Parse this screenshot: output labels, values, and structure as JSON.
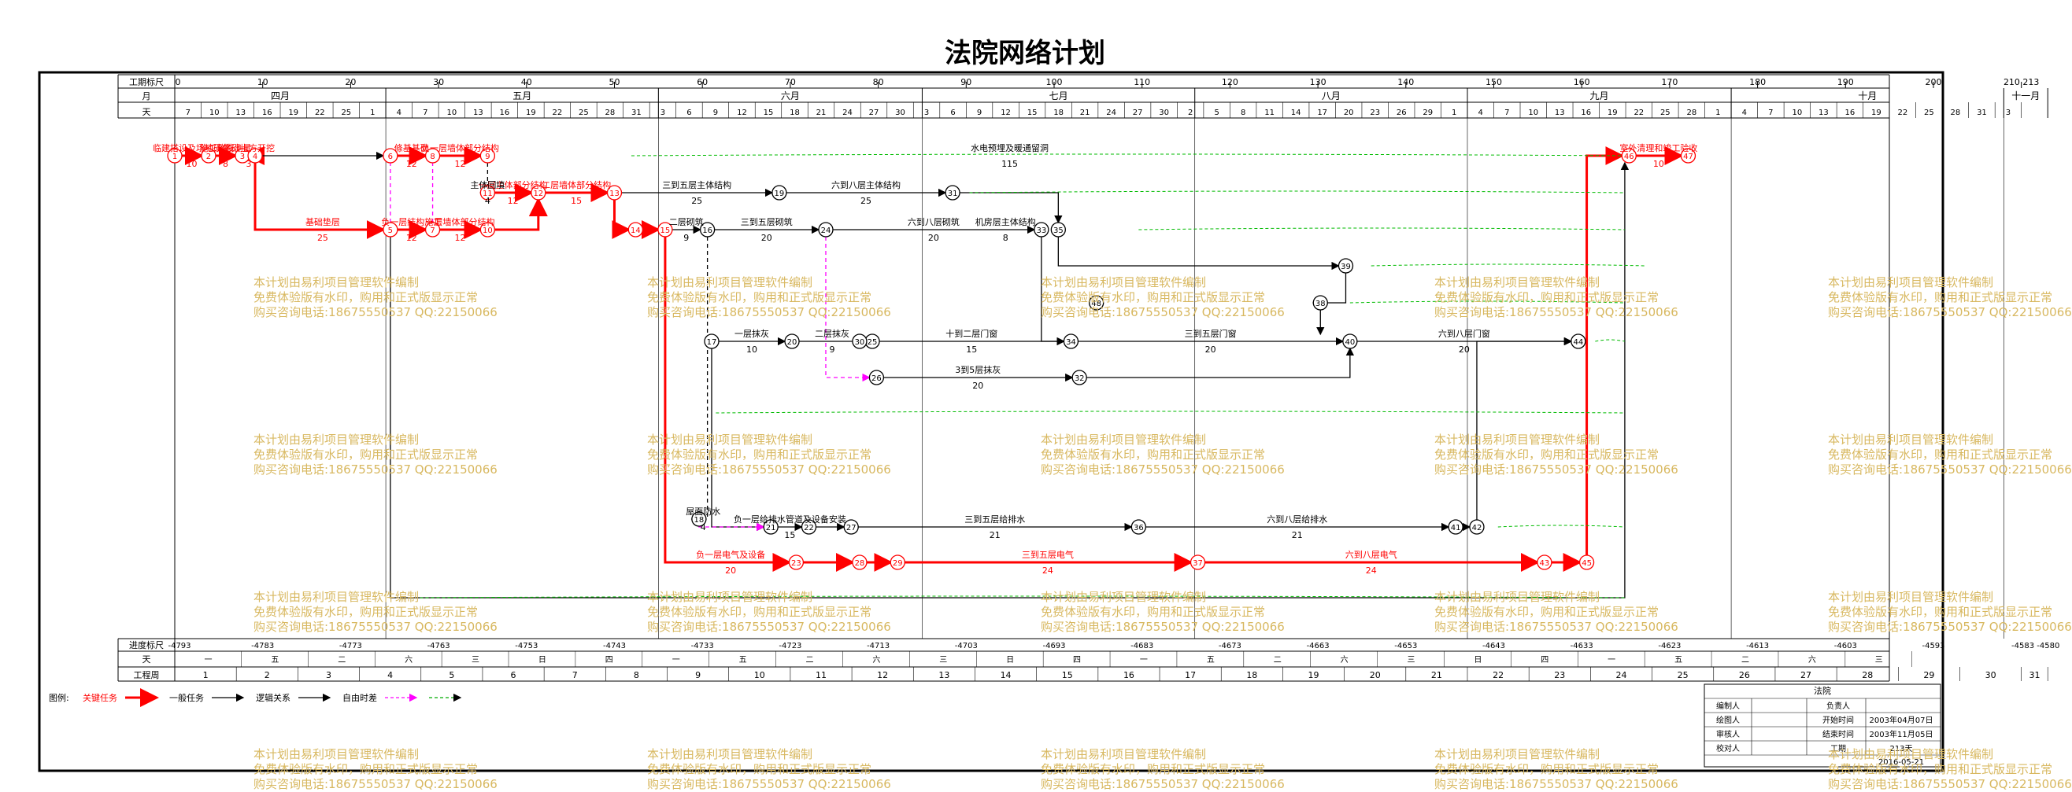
{
  "title": "法院网络计划",
  "scale_top": {
    "row_labels": [
      "工期标尺",
      "月",
      "天"
    ],
    "ticks": [
      "0",
      "10",
      "20",
      "30",
      "40",
      "50",
      "60",
      "70",
      "80",
      "90",
      "100",
      "110",
      "120",
      "130",
      "140",
      "150",
      "160",
      "170",
      "180",
      "190",
      "200",
      "210 213"
    ],
    "months": [
      "四月",
      "五月",
      "六月",
      "七月",
      "八月",
      "九月",
      "十月",
      "十一月"
    ],
    "days_line": "7 10 13 16 19 22 25 | 1 4 7 10 13 16 19 22 25 28 31 | 3 6 9 12 15 18 21 24 27 30 | 3 6 9 12 15 18 21 24 27 30 | 2 5 8 11 14 17 20 23 26 29 | 1 4 7 10 13 16 19 22 25 28 | 1 4 7 10 13 16 19 22 25 28 31 | 3"
  },
  "scale_bottom": {
    "row_labels": [
      "进度标尺",
      "天",
      "工程周"
    ],
    "ticks": [
      "-4793",
      "-4783",
      "-4773",
      "-4763",
      "-4753",
      "-4743",
      "-4733",
      "-4723",
      "-4713",
      "-4703",
      "-4693",
      "-4683",
      "-4673",
      "-4663",
      "-4653",
      "-4643",
      "-4633",
      "-4623",
      "-4613",
      "-4603",
      "-4593",
      "-4583 -4580"
    ],
    "weeks": [
      "1",
      "2",
      "3",
      "4",
      "5",
      "6",
      "7",
      "8",
      "9",
      "10",
      "11",
      "12",
      "13",
      "14",
      "15",
      "16",
      "17",
      "18",
      "19",
      "20",
      "21",
      "22",
      "23",
      "24",
      "25",
      "26",
      "27",
      "28",
      "29",
      "30",
      "31"
    ],
    "weekday_line": "一 五 二 六 三 日 四 一 五 二 六 三 日 四 一 五 二 六 三 日 四 一 五 二 六 三 日 四"
  },
  "activities": [
    {
      "name": "临建搭设及场地硬化",
      "dur": "10",
      "critical": true
    },
    {
      "name": "施工放线测量",
      "dur": "8",
      "critical": true
    },
    {
      "name": "基础土方开挖",
      "dur": "3",
      "critical": true
    },
    {
      "name": "基础垫层",
      "dur": "25",
      "critical": true
    },
    {
      "name": "條基基础",
      "dur": "12",
      "critical": true
    },
    {
      "name": "负一层结构施工",
      "dur": "12",
      "critical": true
    },
    {
      "name": "负一层墙体部分结构",
      "dur": "12",
      "critical": true
    },
    {
      "name": "一层墙体部分结构",
      "dur": "12",
      "critical": true
    },
    {
      "name": "一层主体部分结构",
      "dur": "12",
      "critical": true
    },
    {
      "name": "二层墙体部分结构",
      "dur": "15",
      "critical": true
    },
    {
      "name": "主体回填",
      "dur": "4",
      "critical": false
    },
    {
      "name": "三到五层主体结构",
      "dur": "25",
      "critical": false
    },
    {
      "name": "六到八层主体结构",
      "dur": "25",
      "critical": false
    },
    {
      "name": "机房层主体结构",
      "dur": "8",
      "critical": false
    },
    {
      "name": "二层砌筑",
      "dur": "9",
      "critical": false
    },
    {
      "name": "三到五层砌筑",
      "dur": "20",
      "critical": false
    },
    {
      "name": "六到八层砌筑",
      "dur": "20",
      "critical": false
    },
    {
      "name": "一层抹灰",
      "dur": "10",
      "critical": false
    },
    {
      "name": "二层抹灰",
      "dur": "9",
      "critical": false
    },
    {
      "name": "十到二层门窗",
      "dur": "15",
      "critical": false
    },
    {
      "name": "三到五层门窗",
      "dur": "20",
      "critical": false
    },
    {
      "name": "六到八层门窗",
      "dur": "20",
      "critical": false
    },
    {
      "name": "3到5层抹灰",
      "dur": "20",
      "critical": false
    },
    {
      "name": "屋面防水",
      "dur": "4",
      "critical": false
    },
    {
      "name": "负一层给排水管道及设备安装",
      "dur": "15",
      "critical": false
    },
    {
      "name": "三到五层给排水",
      "dur": "21",
      "critical": false
    },
    {
      "name": "六到八层给排水",
      "dur": "21",
      "critical": false
    },
    {
      "name": "负一层电气及设备",
      "dur": "20",
      "critical": true
    },
    {
      "name": "三到五层电气",
      "dur": "24",
      "critical": true
    },
    {
      "name": "六到八层电气",
      "dur": "24",
      "critical": true
    },
    {
      "name": "室外清理和竣工验收",
      "dur": "10",
      "critical": true
    },
    {
      "name": "水电预埋及暖通留洞",
      "dur": "115",
      "critical": false
    }
  ],
  "legend": {
    "prefix": "图例:",
    "items": [
      {
        "label": "关键任务",
        "color": "#ff0000"
      },
      {
        "label": "一般任务",
        "color": "#000000"
      },
      {
        "label": "逻辑关系",
        "color": "#000000"
      },
      {
        "label": "自由时差",
        "color": "#ff00ff"
      },
      {
        "label": "",
        "color": "#00aa00"
      }
    ]
  },
  "info_table": {
    "header": "法院",
    "rows": [
      {
        "k": "编制人",
        "v": "",
        "k2": "负责人",
        "v2": ""
      },
      {
        "k": "绘图人",
        "v": "",
        "k2": "开始时间",
        "v2": "2003年04月07日"
      },
      {
        "k": "审核人",
        "v": "",
        "k2": "结束时间",
        "v2": "2003年11月05日"
      },
      {
        "k": "校对人",
        "v": "",
        "k2": "工期",
        "v2": "213天"
      }
    ],
    "date": "2016-05-21"
  },
  "watermark": [
    "本计划由易利项目管理软件编制",
    "免费体验版有水印，购用和正式版显示正常",
    "购买咨询电话:18675550537 QQ:22150066"
  ],
  "colors": {
    "critical": "#ff0000",
    "normal": "#000000",
    "float": "#ff00ff",
    "free": "#00bb00",
    "watermark": "#d8b860"
  }
}
